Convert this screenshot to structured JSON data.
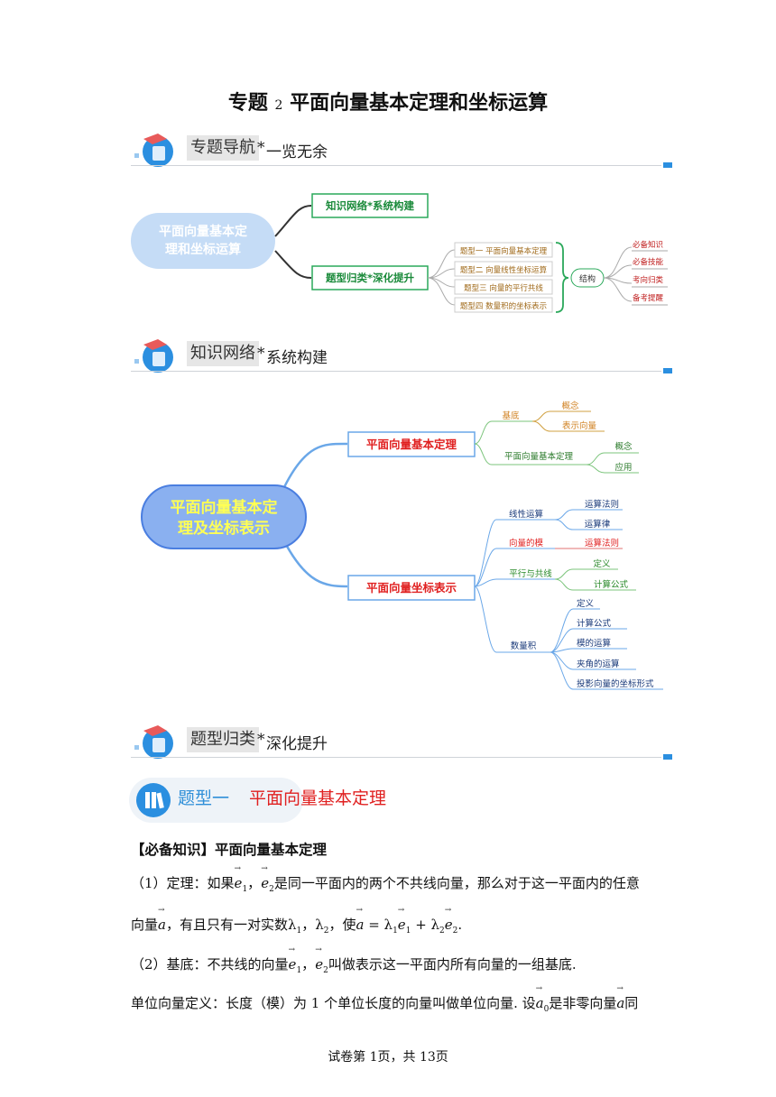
{
  "doc": {
    "title_prefix": "专题",
    "title_num": "2",
    "title_text": "平面向量基本定理和坐标运算"
  },
  "sections": [
    {
      "label": "专题导航",
      "star": "*",
      "sub": "一览无余"
    },
    {
      "label": "知识网络",
      "star": "*",
      "sub": "系统构建"
    },
    {
      "label": "题型归类",
      "star": "*",
      "sub": "深化提升"
    }
  ],
  "nav_map": {
    "root": [
      "平面向量基本定",
      "理和坐标运算"
    ],
    "branch1": "知识网络*系统构建",
    "branch2": "题型归类*深化提升",
    "types": [
      "题型一 平面向量基本定理",
      "题型二 向量线性坐标运算",
      "题型三 向量的平行共线",
      "题型四 数量积的坐标表示"
    ],
    "struct": "结构",
    "leaves": [
      "必备知识",
      "必备技能",
      "考向归类",
      "备考提醒"
    ]
  },
  "knowledge_map": {
    "root": [
      "平面向量基本定",
      "理及坐标表示"
    ],
    "topic1": "平面向量基本定理",
    "topic2": "平面向量坐标表示",
    "t1_sub1": "基底",
    "t1_sub1_leaves": [
      "概念",
      "表示向量"
    ],
    "t1_sub2": "平面向量基本定理",
    "t1_sub2_leaves": [
      "概念",
      "应用"
    ],
    "t2_linear": "线性运算",
    "t2_linear_leaves": [
      "运算法则",
      "运算律"
    ],
    "t2_mod": "向量的模",
    "t2_mod_leaf": "运算法则",
    "t2_parallel": "平行与共线",
    "t2_parallel_leaves": [
      "定义",
      "计算公式"
    ],
    "t2_dot": "数量积",
    "t2_dot_leaves": [
      "定义",
      "计算公式",
      "模的运算",
      "夹角的运算",
      "投影向量的坐标形式"
    ]
  },
  "type1": {
    "label": "题型一",
    "name": "平面向量基本定理"
  },
  "knowledge": {
    "heading": "【必备知识】平面向量基本定理",
    "p1a": "（1）定理：如果",
    "p1b": "，",
    "p1c": "是同一平面内的两个不共线向量，那么对于这一平面内的任意",
    "p2a": "向量",
    "p2b": "，有且只有一对实数λ",
    "p2c": "，λ",
    "p2d": "，使",
    "p2e": " = λ",
    "p2f": " + λ",
    "p2g": ".",
    "p3a": "（2）基底：不共线的向量",
    "p3b": "，",
    "p3c": "叫做表示这一平面内所有向量的一组基底.",
    "p4a": "单位向量定义：长度（模）为 1 个单位长度的向量叫做单位向量. 设",
    "p4b": "是非零向量",
    "p4c": "同",
    "e": "e",
    "a": "a",
    "sub1": "1",
    "sub2": "2",
    "sub0": "0"
  },
  "footer": "试卷第 1页，共 13页"
}
